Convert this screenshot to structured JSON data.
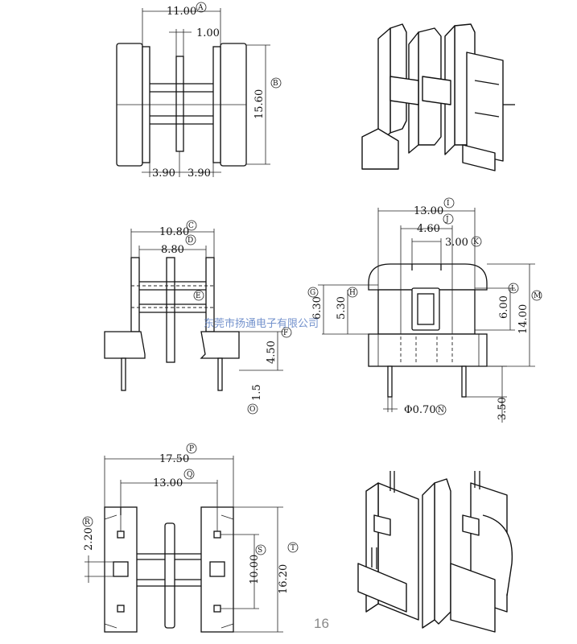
{
  "top_view": {
    "width": "11.00",
    "width_tag": "A",
    "flange": "1.00",
    "height": "15.60",
    "height_tag": "B",
    "left_offset": "3.90",
    "right_offset": "3.90"
  },
  "side_view": {
    "outer_width": "10.80",
    "outer_tag": "C",
    "inner_width": "8.80",
    "inner_tag": "D",
    "winding_tag": "E",
    "pin_height": "4.50",
    "pin_tag": "F",
    "pin_dim": "1.5",
    "pin_dim_tag": "O"
  },
  "front_view": {
    "width": "13.00",
    "width_tag": "I",
    "window_width": "4.60",
    "window_tag": "J",
    "slot": "3.00",
    "slot_tag": "K",
    "h1": "6.30",
    "h1_tag": "G",
    "h2": "5.30",
    "h2_tag": "H",
    "window_height": "6.00",
    "window_height_tag": "L",
    "total_height": "14.00",
    "total_tag": "M",
    "pin_diameter": "Φ0.70",
    "pin_diameter_tag": "N",
    "pin_length": "3.50"
  },
  "bottom_view": {
    "width": "17.50",
    "width_tag": "P",
    "pin_span": "13.00",
    "pin_span_tag": "Q",
    "pitch": "2.20",
    "pitch_tag": "R",
    "inner": "10.00",
    "inner_tag": "S",
    "height": "16.20",
    "height_tag": "T"
  },
  "watermark": "东莞市扬通电子有限公司",
  "page_number": "16"
}
